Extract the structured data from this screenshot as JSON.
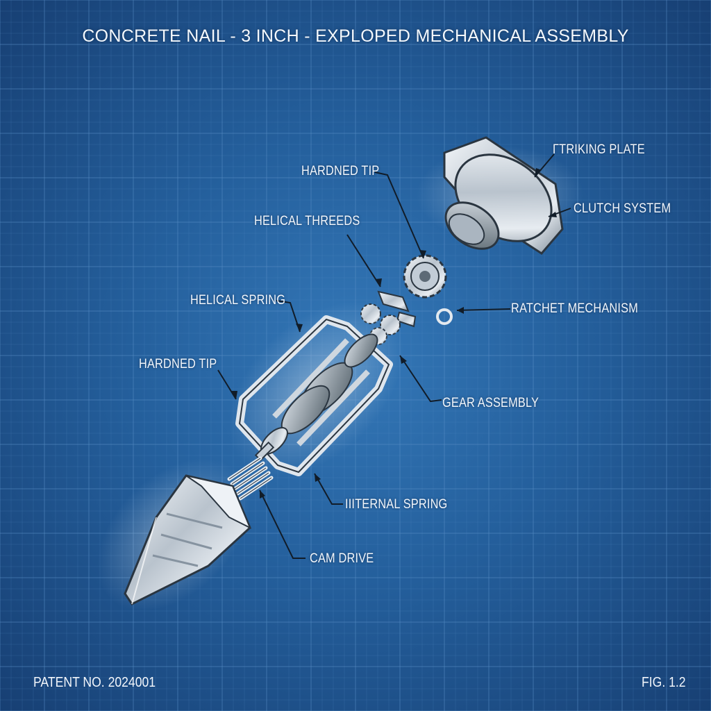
{
  "title": "CONCRETE NAIL - 3 INCH - EXPLOPED MECHANICAL ASSEMBLY",
  "labels": {
    "striking_plate": "ΓTRIKING PLATE",
    "clutch_system": "CLUTCH SYSTEM",
    "hardned_tip_top": "HARDNED TIP",
    "helical_threeds": "HELICAL THREEDS",
    "ratchet_mechanism": "RATCHET MECHANISM",
    "helical_spring": "HELICAL SPRING",
    "hardned_tip_left": "HARDNED TIP",
    "gear_assembly": "GEAR ASSEMBLY",
    "internal_spring": "IIITERNAL SPRING",
    "cam_drive": "CAM DRIVE"
  },
  "footer": {
    "patent": "PATENT NO. 2024001",
    "figure": "FIG. 1.2"
  },
  "colors": {
    "background": "#245f9c",
    "grid": "#5b90c8",
    "metal": "#c9d2dc",
    "label_text": "#f2f6fb"
  }
}
